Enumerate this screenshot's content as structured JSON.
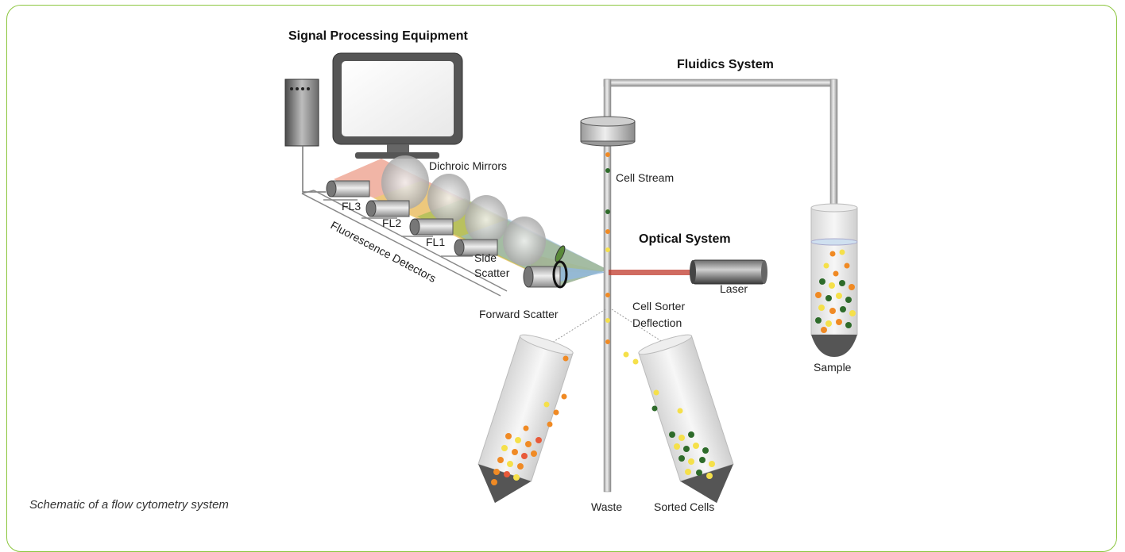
{
  "caption": "Schematic of a flow cytometry system",
  "labels": {
    "signal_processing": "Signal Processing Equipment",
    "fluidics_system": "Fluidics System",
    "dichroic_mirrors": "Dichroic Mirrors",
    "cell_stream": "Cell Stream",
    "optical_system": "Optical System",
    "laser": "Laser",
    "fl3": "FL3",
    "fl2": "FL2",
    "fl1": "FL1",
    "side": "Side",
    "scatter": "Scatter",
    "fluorescence_detectors": "Fluorescence Detectors",
    "forward_scatter": "Forward Scatter",
    "cell_sorter": "Cell Sorter",
    "deflection": "Deflection",
    "sample": "Sample",
    "waste": "Waste",
    "sorted_cells": "Sorted Cells"
  },
  "colors": {
    "frame": "#8cc63f",
    "fl3_beam": "#e05a3a",
    "fl2_beam": "#e8e04a",
    "fl1_beam": "#7ab83a",
    "side_beam": "#8fb8e8",
    "laser_beam": "#c0392b",
    "cell_orange": "#f08a24",
    "cell_yellow": "#f5e04a",
    "cell_green": "#2e6b2a"
  }
}
